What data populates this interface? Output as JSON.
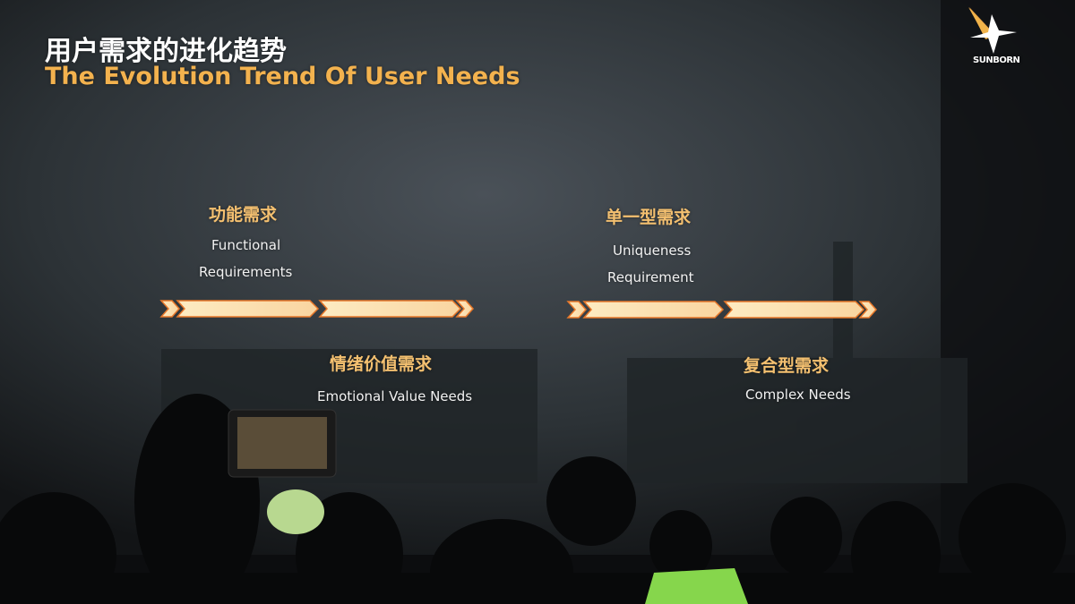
{
  "slide": {
    "title_cn": "用户需求的进化趋势",
    "title_en": "The Evolution Trend Of User Needs",
    "logo_text": "SUNBORN",
    "stages": [
      {
        "cn": "功能需求",
        "en1": "Functional",
        "en2": "Requirements"
      },
      {
        "cn": "情绪价值需求",
        "en1": "Emotional Value Needs"
      },
      {
        "cn": "单一型需求",
        "en1": "Uniqueness",
        "en2": "Requirement"
      },
      {
        "cn": "复合型需求",
        "en1": "Complex Needs"
      }
    ]
  },
  "colors": {
    "accent": "#f3b24e",
    "arrow_fill": "#fbe3b5",
    "arrow_edge": "#e8782a"
  }
}
